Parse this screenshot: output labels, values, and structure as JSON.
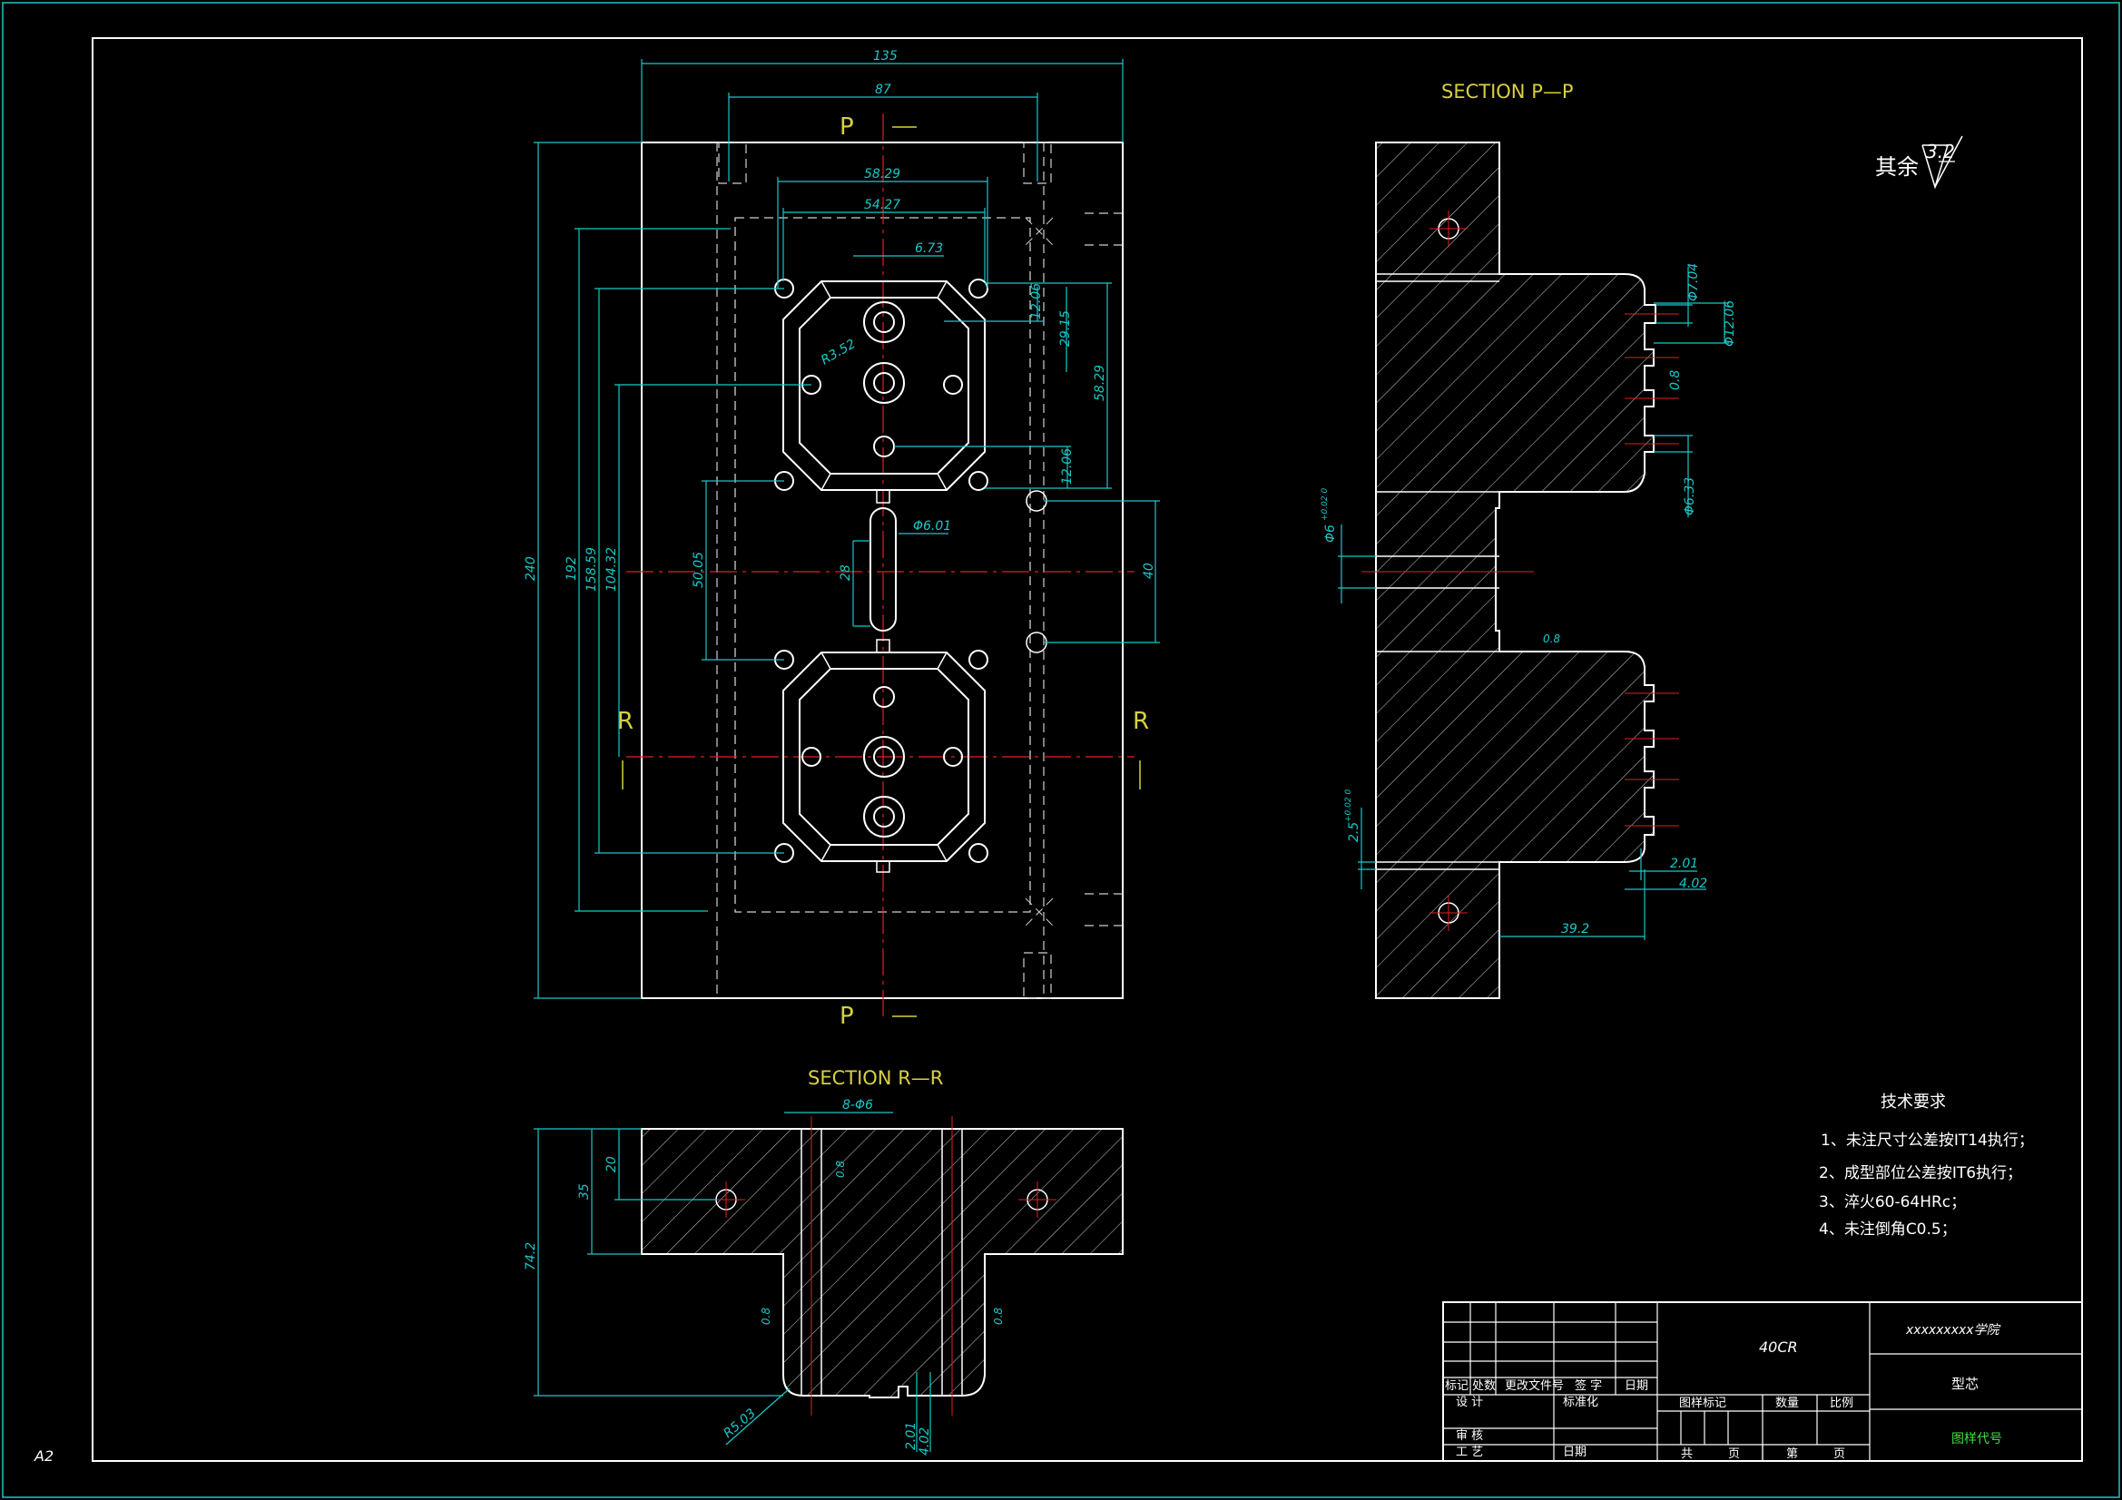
{
  "sheet": {
    "size_label": "A2",
    "surface_mark": {
      "prefix": "其余",
      "value": "3.2"
    }
  },
  "plan_view": {
    "cut_mark_top": "P",
    "cut_mark_bottom": "P",
    "cut_mark_left": "R",
    "cut_mark_right": "R",
    "dims": {
      "d135": "135",
      "d87": "87",
      "d58_29": "58.29",
      "d54_27": "54.27",
      "d6_73": "6.73",
      "r3_52": "R3.52",
      "d12_06a": "12.06",
      "d29_15": "29.15",
      "d58_29v": "58.29",
      "d12_06b": "12.06",
      "phi6_01": "Φ6.01",
      "d28": "28",
      "d40": "40",
      "d240": "240",
      "d192": "192",
      "d158_59": "158.59",
      "d104_32": "104.32",
      "d50_05": "50.05"
    }
  },
  "section_pp": {
    "title": "SECTION  P—P",
    "dims": {
      "phi7_04": "Φ7.04",
      "phi12_06": "Φ12.06",
      "ra0_8a": "0.8",
      "phi6_33": "Φ6.33",
      "phi6": "Φ6",
      "phi6_tol": "+0.02 0",
      "ra0_8b": "0.8",
      "d2_5": "2.5",
      "d2_5_tol": "+0.02 0",
      "d2_01": "2.01",
      "d4_02": "4.02",
      "d39_2": "39.2"
    }
  },
  "section_rr": {
    "title": "SECTION  R—R",
    "dims": {
      "holes": "8-Φ6",
      "ra0_8a": "0.8",
      "d20": "20",
      "d35": "35",
      "d74_2": "74.2",
      "ra0_8b": "0.8",
      "ra0_8c": "0.8",
      "r5_03": "R5.03",
      "d2_01": "2.01",
      "d4_02": "4.02"
    }
  },
  "tech_req": {
    "title": "技术要求",
    "items": [
      "1、未注尺寸公差按IT14执行；",
      "2、成型部位公差按IT6执行；",
      "3、淬火60-64HRc；",
      "4、未注倒角C0.5；"
    ]
  },
  "title_block": {
    "material": "40CR",
    "school": "xxxxxxxxx学院",
    "part_name": "型芯",
    "drawing_no": "图样代号",
    "rev_headers": [
      "标记",
      "处数",
      "更改文件号",
      "签 字",
      "日期"
    ],
    "design": "设 计",
    "standard": "标准化",
    "review": "审 核",
    "process": "工 艺",
    "date": "日期",
    "stage_mark": "图样标记",
    "qty": "数量",
    "scale": "比例",
    "total": "共",
    "page": "页",
    "sheet_no": "第",
    "page2": "页"
  }
}
